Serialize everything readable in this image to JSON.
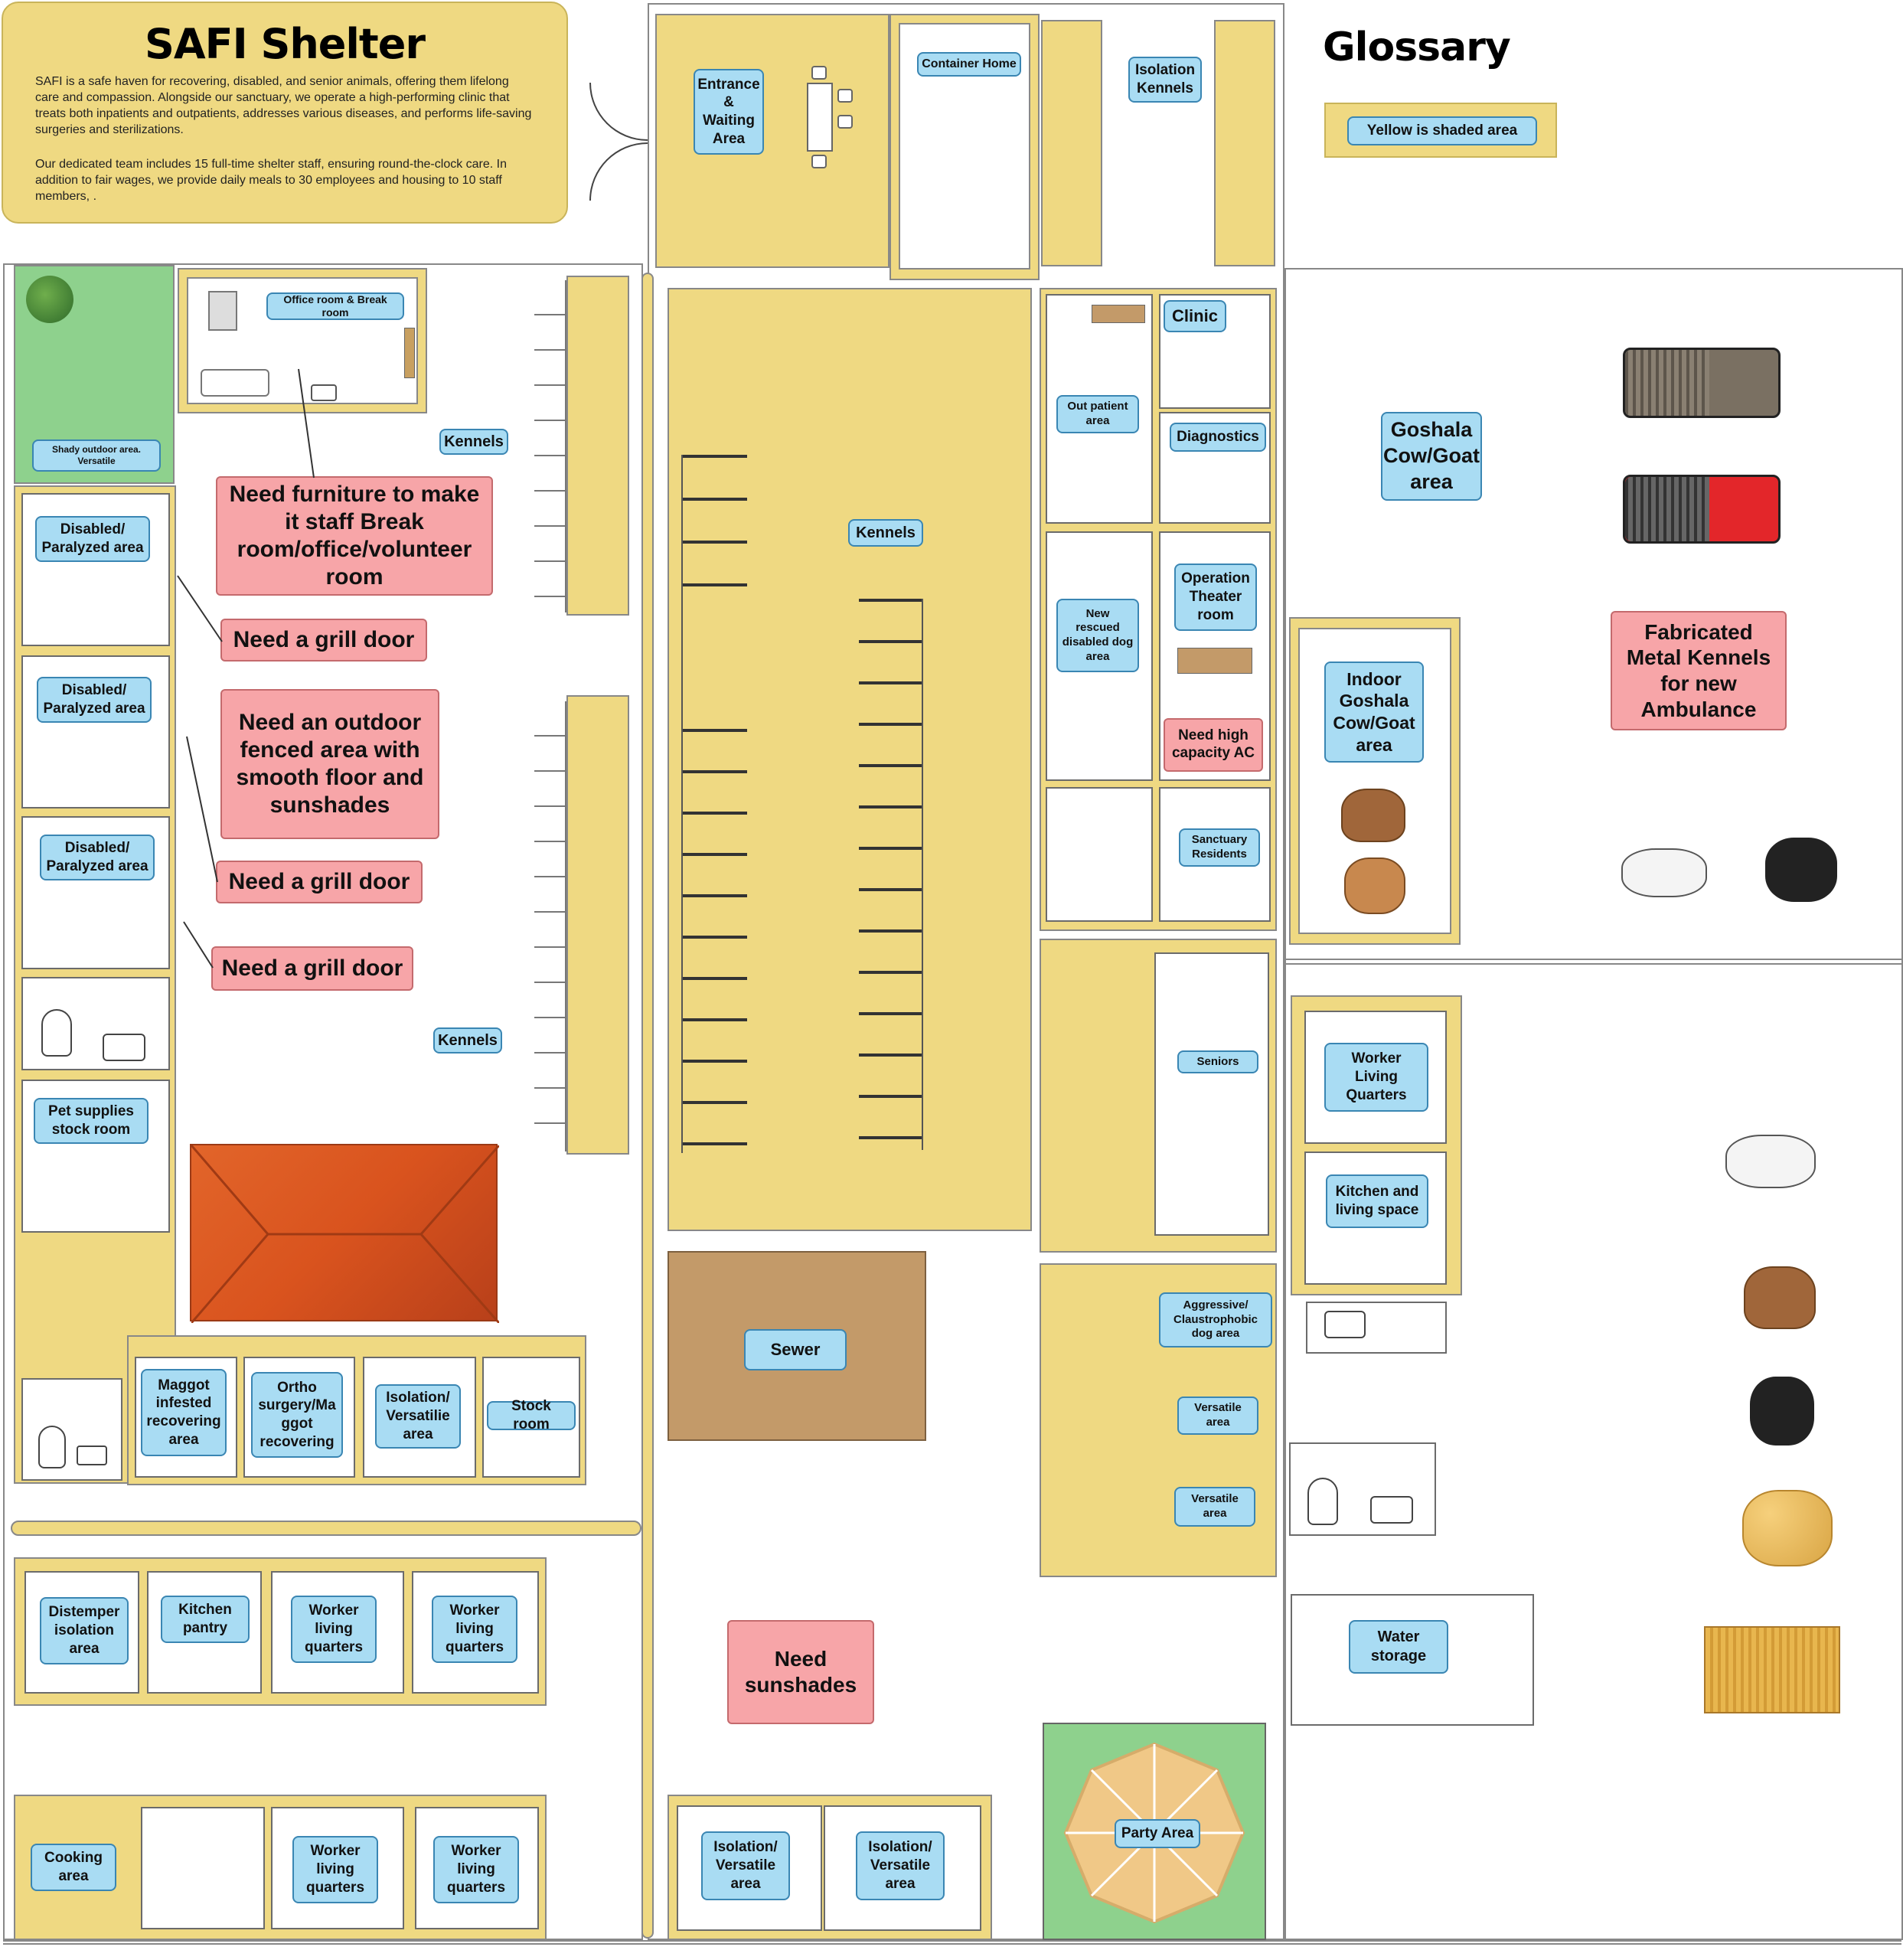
{
  "info": {
    "title": "SAFI Shelter",
    "para1": "SAFI is a safe haven for recovering, disabled, and senior animals, offering them lifelong care and compassion. Alongside our sanctuary, we operate a high-performing clinic that treats both inpatients and outpatients, addresses various diseases, and performs life-saving surgeries and sterilizations.",
    "para2": "Our dedicated team includes 15 full-time shelter staff, ensuring round-the-clock care. In addition to fair wages, we provide daily meals to 30 employees and housing to 10 staff members, ."
  },
  "glossary": {
    "title": "Glossary",
    "item": "Yellow is shaded area"
  },
  "colors": {
    "shaded_area": "#efd982",
    "label_fill": "#a9dcf3",
    "need_note_fill": "#f7a5a8",
    "outdoor_green": "#8ed18d",
    "sewer_brown": "#c39a69",
    "roof_orange": "#d9531e"
  },
  "labels": {
    "entrance": "Entrance\n&\nWaiting\nArea",
    "container_home": "Container Home",
    "isolation_kennels": "Isolation\nKennels",
    "office": "Office room & Break room",
    "shady_outdoor": "Shady outdoor area.\nVersatile",
    "kennels_1": "Kennels",
    "kennels_2": "Kennels",
    "kennels_3": "Kennels",
    "disabled_1": "Disabled/\nParalyzed area",
    "disabled_2": "Disabled/\nParalyzed area",
    "disabled_3": "Disabled/\nParalyzed area",
    "pet_supplies": "Pet supplies\nstock room",
    "maggot": "Maggot\ninfested\nrecovering\narea",
    "ortho": "Ortho\nsurgery/Ma\nggot\nrecovering",
    "isolation_versatile_1": "Isolation/\nVersatilie\narea",
    "stock_room": "Stock room",
    "distemper": "Distemper\nisolation\narea",
    "kitchen_pantry": "Kitchen\npantry",
    "worker_living_1": "Worker\nliving\nquarters",
    "worker_living_2": "Worker\nliving\nquarters",
    "cooking": "Cooking\narea",
    "worker_living_3": "Worker\nliving\nquarters",
    "worker_living_4": "Worker\nliving\nquarters",
    "sewer": "Sewer",
    "isolation_versatile_2": "Isolation/\nVersatile\narea",
    "isolation_versatile_3": "Isolation/\nVersatile\narea",
    "clinic": "Clinic",
    "out_patient": "Out patient\narea",
    "diagnostics": "Diagnostics",
    "new_rescued": "New\nrescued\ndisabled dog\narea",
    "operation_theater": "Operation\nTheater\nroom",
    "sanctuary": "Sanctuary\nResidents",
    "seniors": "Seniors",
    "aggressive": "Aggressive/\nClaustrophobic\ndog area",
    "versatile_1": "Versatile\narea",
    "versatile_2": "Versatile\narea",
    "party": "Party Area",
    "goshala_cow": "Goshala\nCow/Goat\narea",
    "indoor_goshala": "Indoor\nGoshala\nCow/Goat\narea",
    "worker_living_quarters": "Worker Living\nQuarters",
    "kitchen_living": "Kitchen and\nliving space",
    "water_storage": "Water\nstorage"
  },
  "needs": {
    "furniture": "Need furniture to make it staff Break room/office/volunteer room",
    "grill_1": "Need a grill door",
    "outdoor_fenced": "Need an outdoor fenced area with smooth floor and sunshades",
    "grill_2": "Need a grill door",
    "grill_3": "Need a grill door",
    "high_ac": "Need high capacity AC",
    "sunshades": "Need\nsunshades",
    "metal_kennels": "Fabricated\nMetal Kennels\nfor new\nAmbulance"
  },
  "icons": [
    "tree-icon",
    "sofa-icon",
    "table-chairs-icon",
    "sink-icon",
    "toilet-icon",
    "roof-icon",
    "umbrella-icon",
    "truck-icon",
    "cow-icon",
    "goat-icon",
    "hay-icon"
  ]
}
